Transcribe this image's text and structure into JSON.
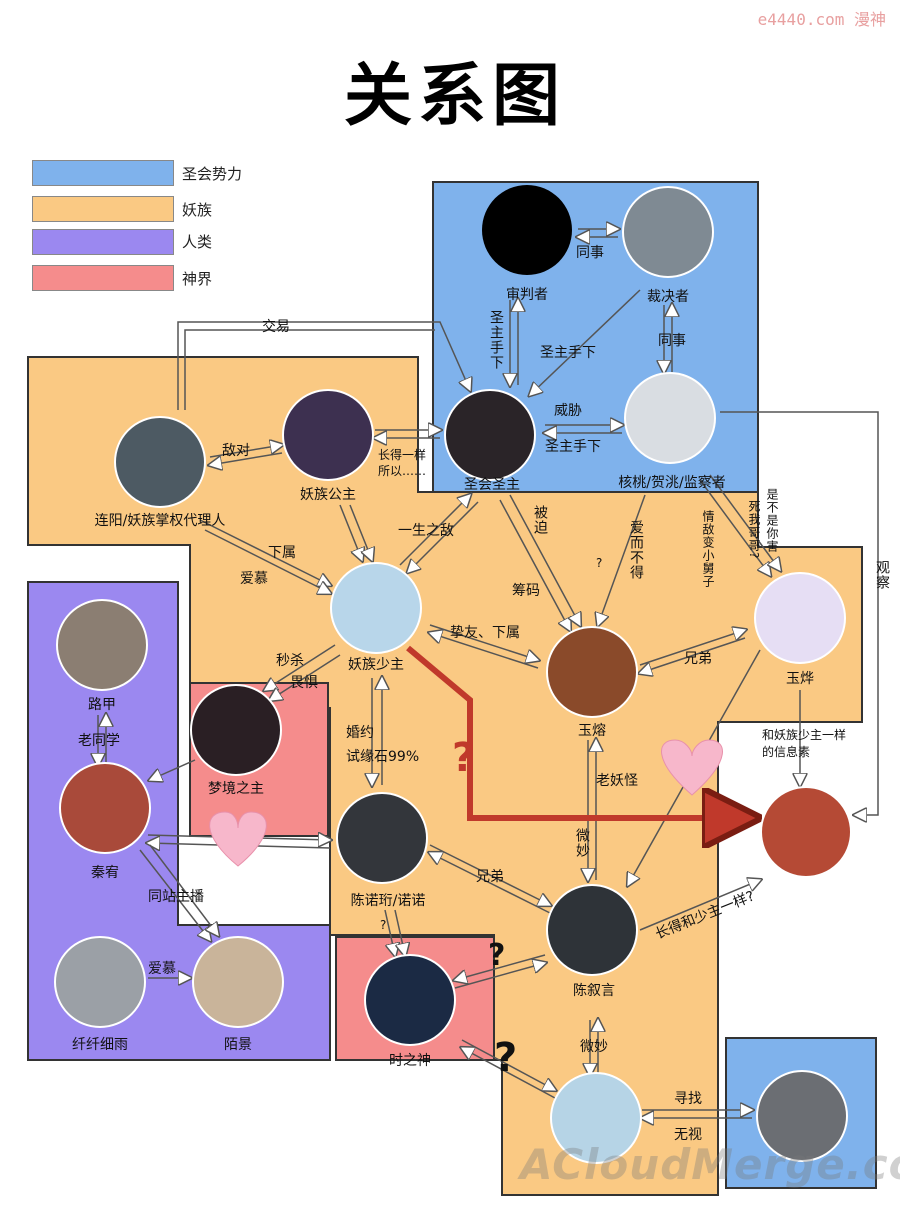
{
  "watermark": "e4440.com 漫神",
  "title": "关系图",
  "legend": [
    {
      "label": "圣会势力",
      "color": "#7fb2ec"
    },
    {
      "label": "妖族",
      "color": "#fac983"
    },
    {
      "label": "人类",
      "color": "#9b88f0"
    },
    {
      "label": "神界",
      "color": "#f58c8c"
    }
  ],
  "regions": {
    "shenghui": "#7fb2ec",
    "yaozu": "#fac983",
    "renlei": "#9b88f0",
    "shenjie": "#f58c8c"
  },
  "nodes": {
    "shenpanzhe": "审判者",
    "caijuezhe": "裁决者",
    "shenghuishengzhu": "圣会圣主",
    "hetao": "核桃/贺洮/监察者",
    "lianyang": "连阳/妖族掌权代理人",
    "yaozugongzhu": "妖族公主",
    "yaozushaozhu": "妖族少主",
    "yurong": "玉熔",
    "yuye": "玉烨",
    "lujia": "路甲",
    "mengjingzhizhu": "梦境之主",
    "qinxiao": "秦宥",
    "chennuohang": "陈诺珩/诺诺",
    "chenxuyan": "陈叙言",
    "qianqianxiyu": "纤纤细雨",
    "mojing": "陌景",
    "shizhishen": "时之神"
  },
  "relations": {
    "tongshi": "同事",
    "tongshi2": "同事",
    "shengzhushouxia_v": "圣主手下",
    "shengzhushouxia_d": "圣主手下",
    "weixie": "威胁",
    "shengzhushouxia_h": "圣主手下",
    "jiaoyi": "交易",
    "diduì": "敌对",
    "changdeyiyang": "长得一样",
    "suoyi": "所以……",
    "xiashu": "下属",
    "aimu": "爱慕",
    "yishengzhidi": "一生之敌",
    "beipo": "被迫",
    "chouma": "筹码",
    "question_small": "?",
    "aierbude": "爱而不得",
    "qingdi": "情敌变小舅子",
    "shibushi": "是不是你害",
    "sizheng": "死我哥哥?",
    "guancha": "观察",
    "miaosha": "秒杀",
    "weiju": "畏惧",
    "zhiyou": "挚友、下属",
    "xiongdi": "兄弟",
    "xinxisu1": "和妖族少主一样",
    "xinxisu2": "的信息素",
    "laotongxue": "老同学",
    "hunyue": "婚约",
    "shiyuanshi": "试缘石99%",
    "question_big": "?",
    "laoyaoguai": "老妖怪",
    "weimiao": "微妙",
    "xiongdi2": "兄弟",
    "tongzhanzhubo": "同站主播",
    "changdeheshaozhu": "长得和少主一样?",
    "aimu2": "爱慕",
    "question_nuo": "?",
    "question_chen": "?",
    "question_shi": "?",
    "weimiao2": "微妙",
    "xunzhao": "寻找",
    "wushi": "无视"
  },
  "watermark_bottom": "ACloudMerge.com"
}
